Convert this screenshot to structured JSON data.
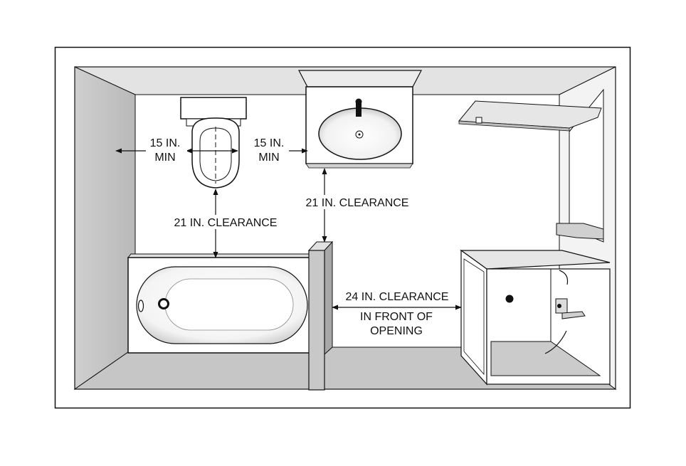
{
  "labels": {
    "toolet_left_1": "15 IN.",
    "toolet_left_2": "MIN",
    "toilet_right_1": "15 IN.",
    "toilet_right_2": "MIN",
    "toilet_front": "21 IN. CLEARANCE",
    "sink_front": "21 IN. CLEARANCE",
    "shower_1": "24 IN. CLEARANCE",
    "shower_2": "IN FRONT OF",
    "shower_3": "OPENING"
  },
  "colors": {
    "wall_side": "#c8c8c8",
    "wall_top": "#e2e2e2",
    "floor": "#c4c4c4",
    "back_wall": "#ffffff",
    "line": "#111111"
  }
}
